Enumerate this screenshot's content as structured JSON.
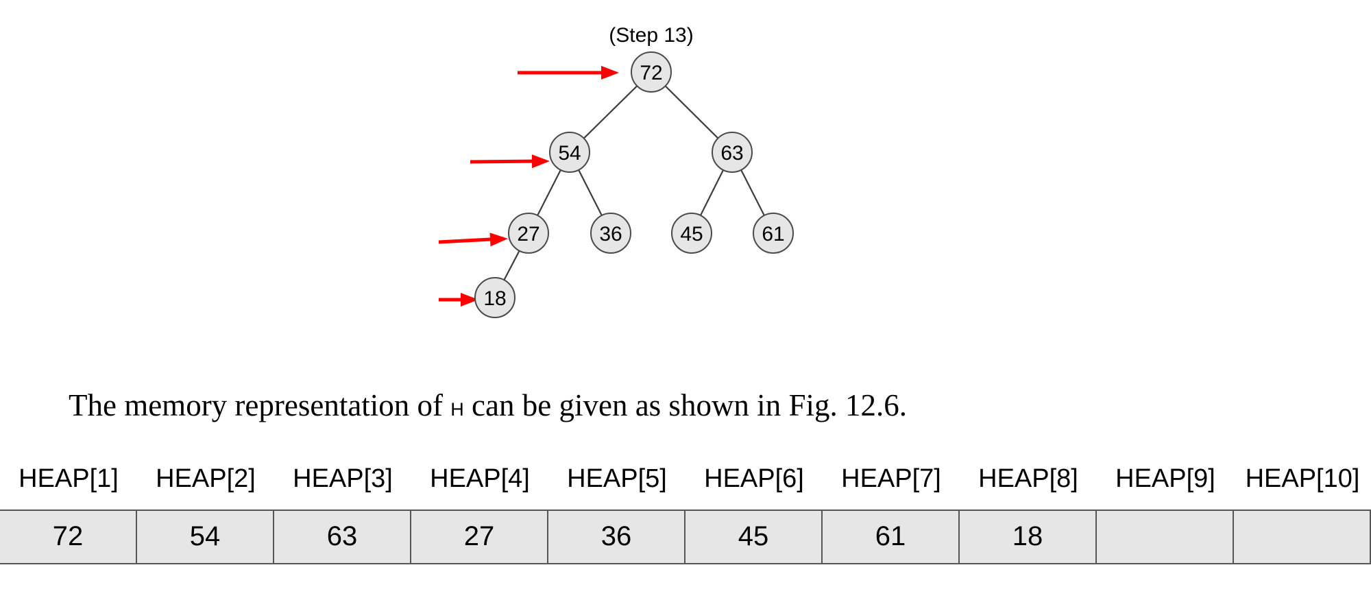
{
  "diagram": {
    "step_label": "(Step 13)",
    "nodes": [
      {
        "id": "n1",
        "value": "72"
      },
      {
        "id": "n2",
        "value": "54"
      },
      {
        "id": "n3",
        "value": "63"
      },
      {
        "id": "n4",
        "value": "27"
      },
      {
        "id": "n5",
        "value": "36"
      },
      {
        "id": "n6",
        "value": "45"
      },
      {
        "id": "n7",
        "value": "61"
      },
      {
        "id": "n8",
        "value": "18"
      }
    ],
    "edges": [
      [
        "n1",
        "n2"
      ],
      [
        "n1",
        "n3"
      ],
      [
        "n2",
        "n4"
      ],
      [
        "n2",
        "n5"
      ],
      [
        "n3",
        "n6"
      ],
      [
        "n3",
        "n7"
      ],
      [
        "n4",
        "n8"
      ]
    ],
    "highlighted_nodes": [
      "n1",
      "n2",
      "n4",
      "n8"
    ],
    "arrow_color": "#ff0000"
  },
  "caption": {
    "before": "The memory representation of ",
    "symbol": "H",
    "after": " can be given as shown in Fig. 12.6."
  },
  "heap_table": {
    "headers": [
      "HEAP[1]",
      "HEAP[2]",
      "HEAP[3]",
      "HEAP[4]",
      "HEAP[5]",
      "HEAP[6]",
      "HEAP[7]",
      "HEAP[8]",
      "HEAP[9]",
      "HEAP[10]"
    ],
    "values": [
      "72",
      "54",
      "63",
      "27",
      "36",
      "45",
      "61",
      "18",
      "",
      ""
    ]
  }
}
